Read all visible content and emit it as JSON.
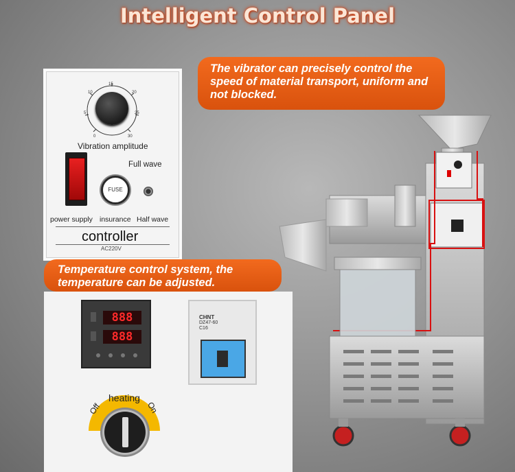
{
  "title": "Intelligent Control Panel",
  "callouts": {
    "vibrator": "The vibrator can precisely control the speed of material transport, uniform and not blocked.",
    "temperature": "Temperature control system, the temperature can be adjusted."
  },
  "controller": {
    "dial_label": "Vibration amplitude",
    "full_wave": "Full wave",
    "power_supply": "power supply",
    "insurance": "insurance",
    "half_wave": "Half wave",
    "fuse": "FUSE",
    "name": "controller",
    "voltage": "AC220V",
    "dial_ticks": [
      "0",
      "5",
      "10",
      "15",
      "20",
      "25",
      "30"
    ]
  },
  "temperature_panel": {
    "display_top": "888",
    "display_bottom": "888",
    "breaker_brand": "CHNT",
    "breaker_model": "DZ47-60",
    "breaker_rating": "C16",
    "heating_label": "heating",
    "off_label": "Off",
    "on_label": "On"
  },
  "colors": {
    "callout_orange": "#e8601a",
    "accent_red": "#e01818",
    "breaker_blue": "#4aa7e6",
    "heating_yellow": "#f4b800"
  }
}
